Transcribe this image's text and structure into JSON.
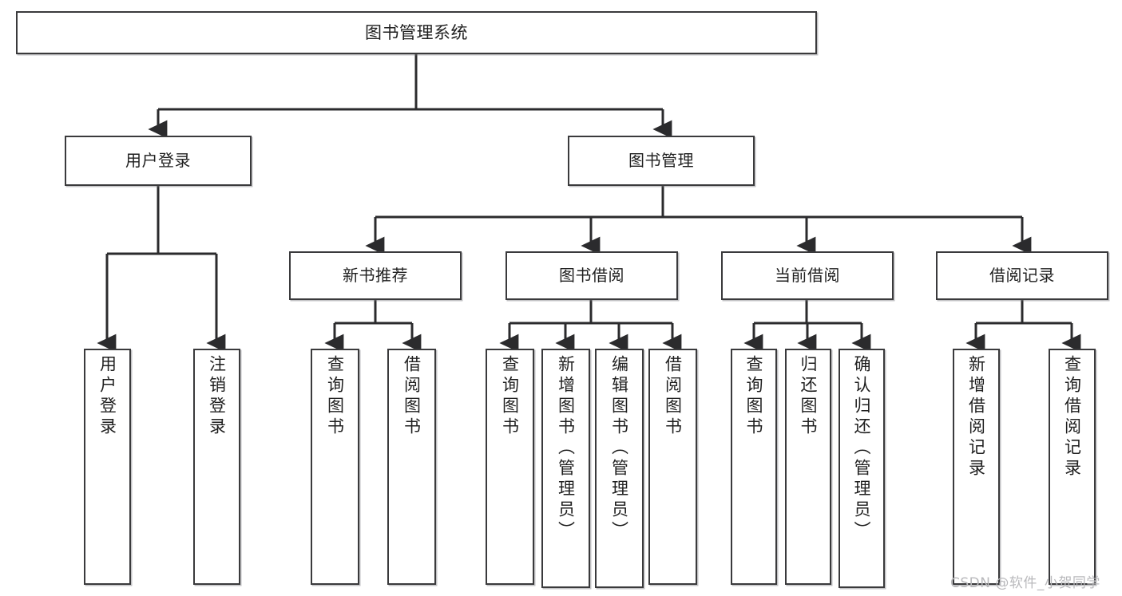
{
  "diagram": {
    "title_text": "图书管理系统",
    "type": "tree-hierarchy-chart",
    "watermark": "CSDN @软件_小贺同学",
    "colors": {
      "box_border": "#3a3a3c",
      "box_fill": "#ffffff",
      "connector": "#2b2b2d",
      "text": "#1f1f1f",
      "watermark": "#b9b9bc",
      "background": "#ffffff"
    },
    "root": {
      "label": "图书管理系统"
    },
    "level2": [
      {
        "label": "用户登录"
      },
      {
        "label": "图书管理"
      }
    ],
    "level3": [
      {
        "label": "新书推荐"
      },
      {
        "label": "图书借阅"
      },
      {
        "label": "当前借阅"
      },
      {
        "label": "借阅记录"
      }
    ],
    "leaves": {
      "user_login": [
        {
          "label": "用户登录"
        },
        {
          "label": "注销登录"
        }
      ],
      "new_book_recommend": [
        {
          "label": "查询图书"
        },
        {
          "label": "借阅图书"
        }
      ],
      "book_borrow": [
        {
          "label": "查询图书"
        },
        {
          "label": "新增图书（管理员）"
        },
        {
          "label": "编辑图书（管理员）"
        },
        {
          "label": "借阅图书"
        }
      ],
      "current_borrow": [
        {
          "label": "查询图书"
        },
        {
          "label": "归还图书"
        },
        {
          "label": "确认归还（管理员）"
        }
      ],
      "borrow_record": [
        {
          "label": "新增借阅记录"
        },
        {
          "label": "查询借阅记录"
        }
      ]
    }
  }
}
